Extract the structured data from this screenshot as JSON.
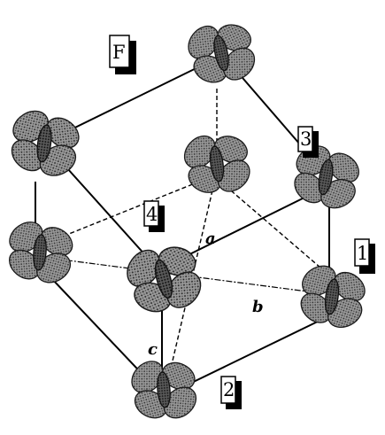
{
  "labels": {
    "site_f": "F",
    "site_1": "1",
    "site_2": "2",
    "site_3": "3",
    "site_4": "4"
  },
  "axes": {
    "a": "a",
    "b": "b",
    "c": "c"
  },
  "colors": {
    "ink": "#000000",
    "lobe_fill": "#8a8a8a",
    "background": "#ffffff"
  }
}
